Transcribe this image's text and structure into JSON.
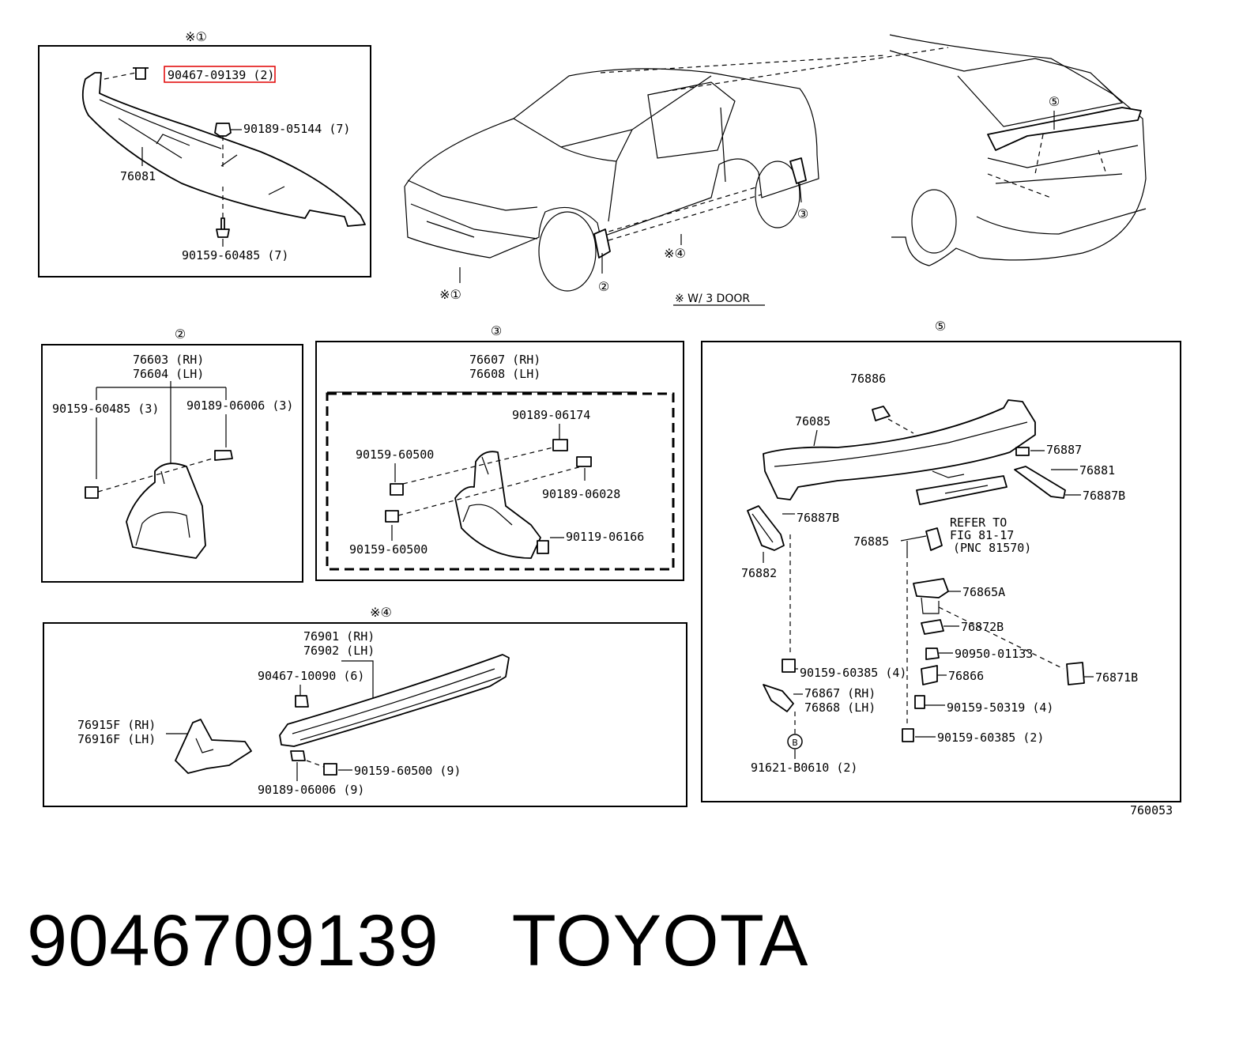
{
  "caption": {
    "part_number": "9046709139",
    "brand": "TOYOTA"
  },
  "highlight_color": "#e00000",
  "fig_id": "760053",
  "car": {
    "callout_1": "※①",
    "callout_2": "②",
    "callout_3": "③",
    "callout_4": "※④",
    "callout_5": "⑤",
    "note": "※ W/ 3 DOOR"
  },
  "section_1": {
    "header": "※①",
    "labels": {
      "highlighted": "90467-09139 (2)",
      "clip": "90189-05144 (7)",
      "spoiler": "76081",
      "screw": "90159-60485 (7)"
    }
  },
  "section_2": {
    "header": "②",
    "labels": {
      "rh": "76603 (RH)",
      "lh": "76604 (LH)",
      "screw": "90159-60485 (3)",
      "clip": "90189-06006 (3)"
    }
  },
  "section_3": {
    "header": "③",
    "labels": {
      "rh": "76607 (RH)",
      "lh": "76608 (LH)",
      "clip_a": "90189-06174",
      "screw_top": "90159-60500",
      "clip_b": "90189-06028",
      "screw_bottom": "90159-60500",
      "bolt": "90119-06166"
    }
  },
  "section_4": {
    "header": "※④",
    "labels": {
      "rh": "76901 (RH)",
      "lh": "76902 (LH)",
      "clip_a": "90467-10090 (6)",
      "flap_rh": "76915F (RH)",
      "flap_lh": "76916F (LH)",
      "screw": "90159-60500 (9)",
      "clip_b": "90189-06006 (9)"
    }
  },
  "section_5": {
    "header": "⑤",
    "labels": {
      "p76886": "76886",
      "p76085": "76085",
      "p76887": "76887",
      "p76881": "76881",
      "p76887b_r": "76887B",
      "p76887b_l": "76887B",
      "p76882": "76882",
      "refer_1": "REFER TO",
      "refer_2": "FIG 81-17",
      "refer_3": "(PNC 81570)",
      "p76885": "76885",
      "p76865a": "76865A",
      "p76872b": "76872B",
      "nut": "90950-01133",
      "p76871b": "76871B",
      "screw_4": "90159-60385 (4)",
      "p76866": "76866",
      "rh": "76867 (RH)",
      "lh": "76868 (LH)",
      "screw_50319": "90159-50319 (4)",
      "screw_2": "90159-60385 (2)",
      "b_mark": "B",
      "b_part": "91621-B0610 (2)"
    }
  }
}
